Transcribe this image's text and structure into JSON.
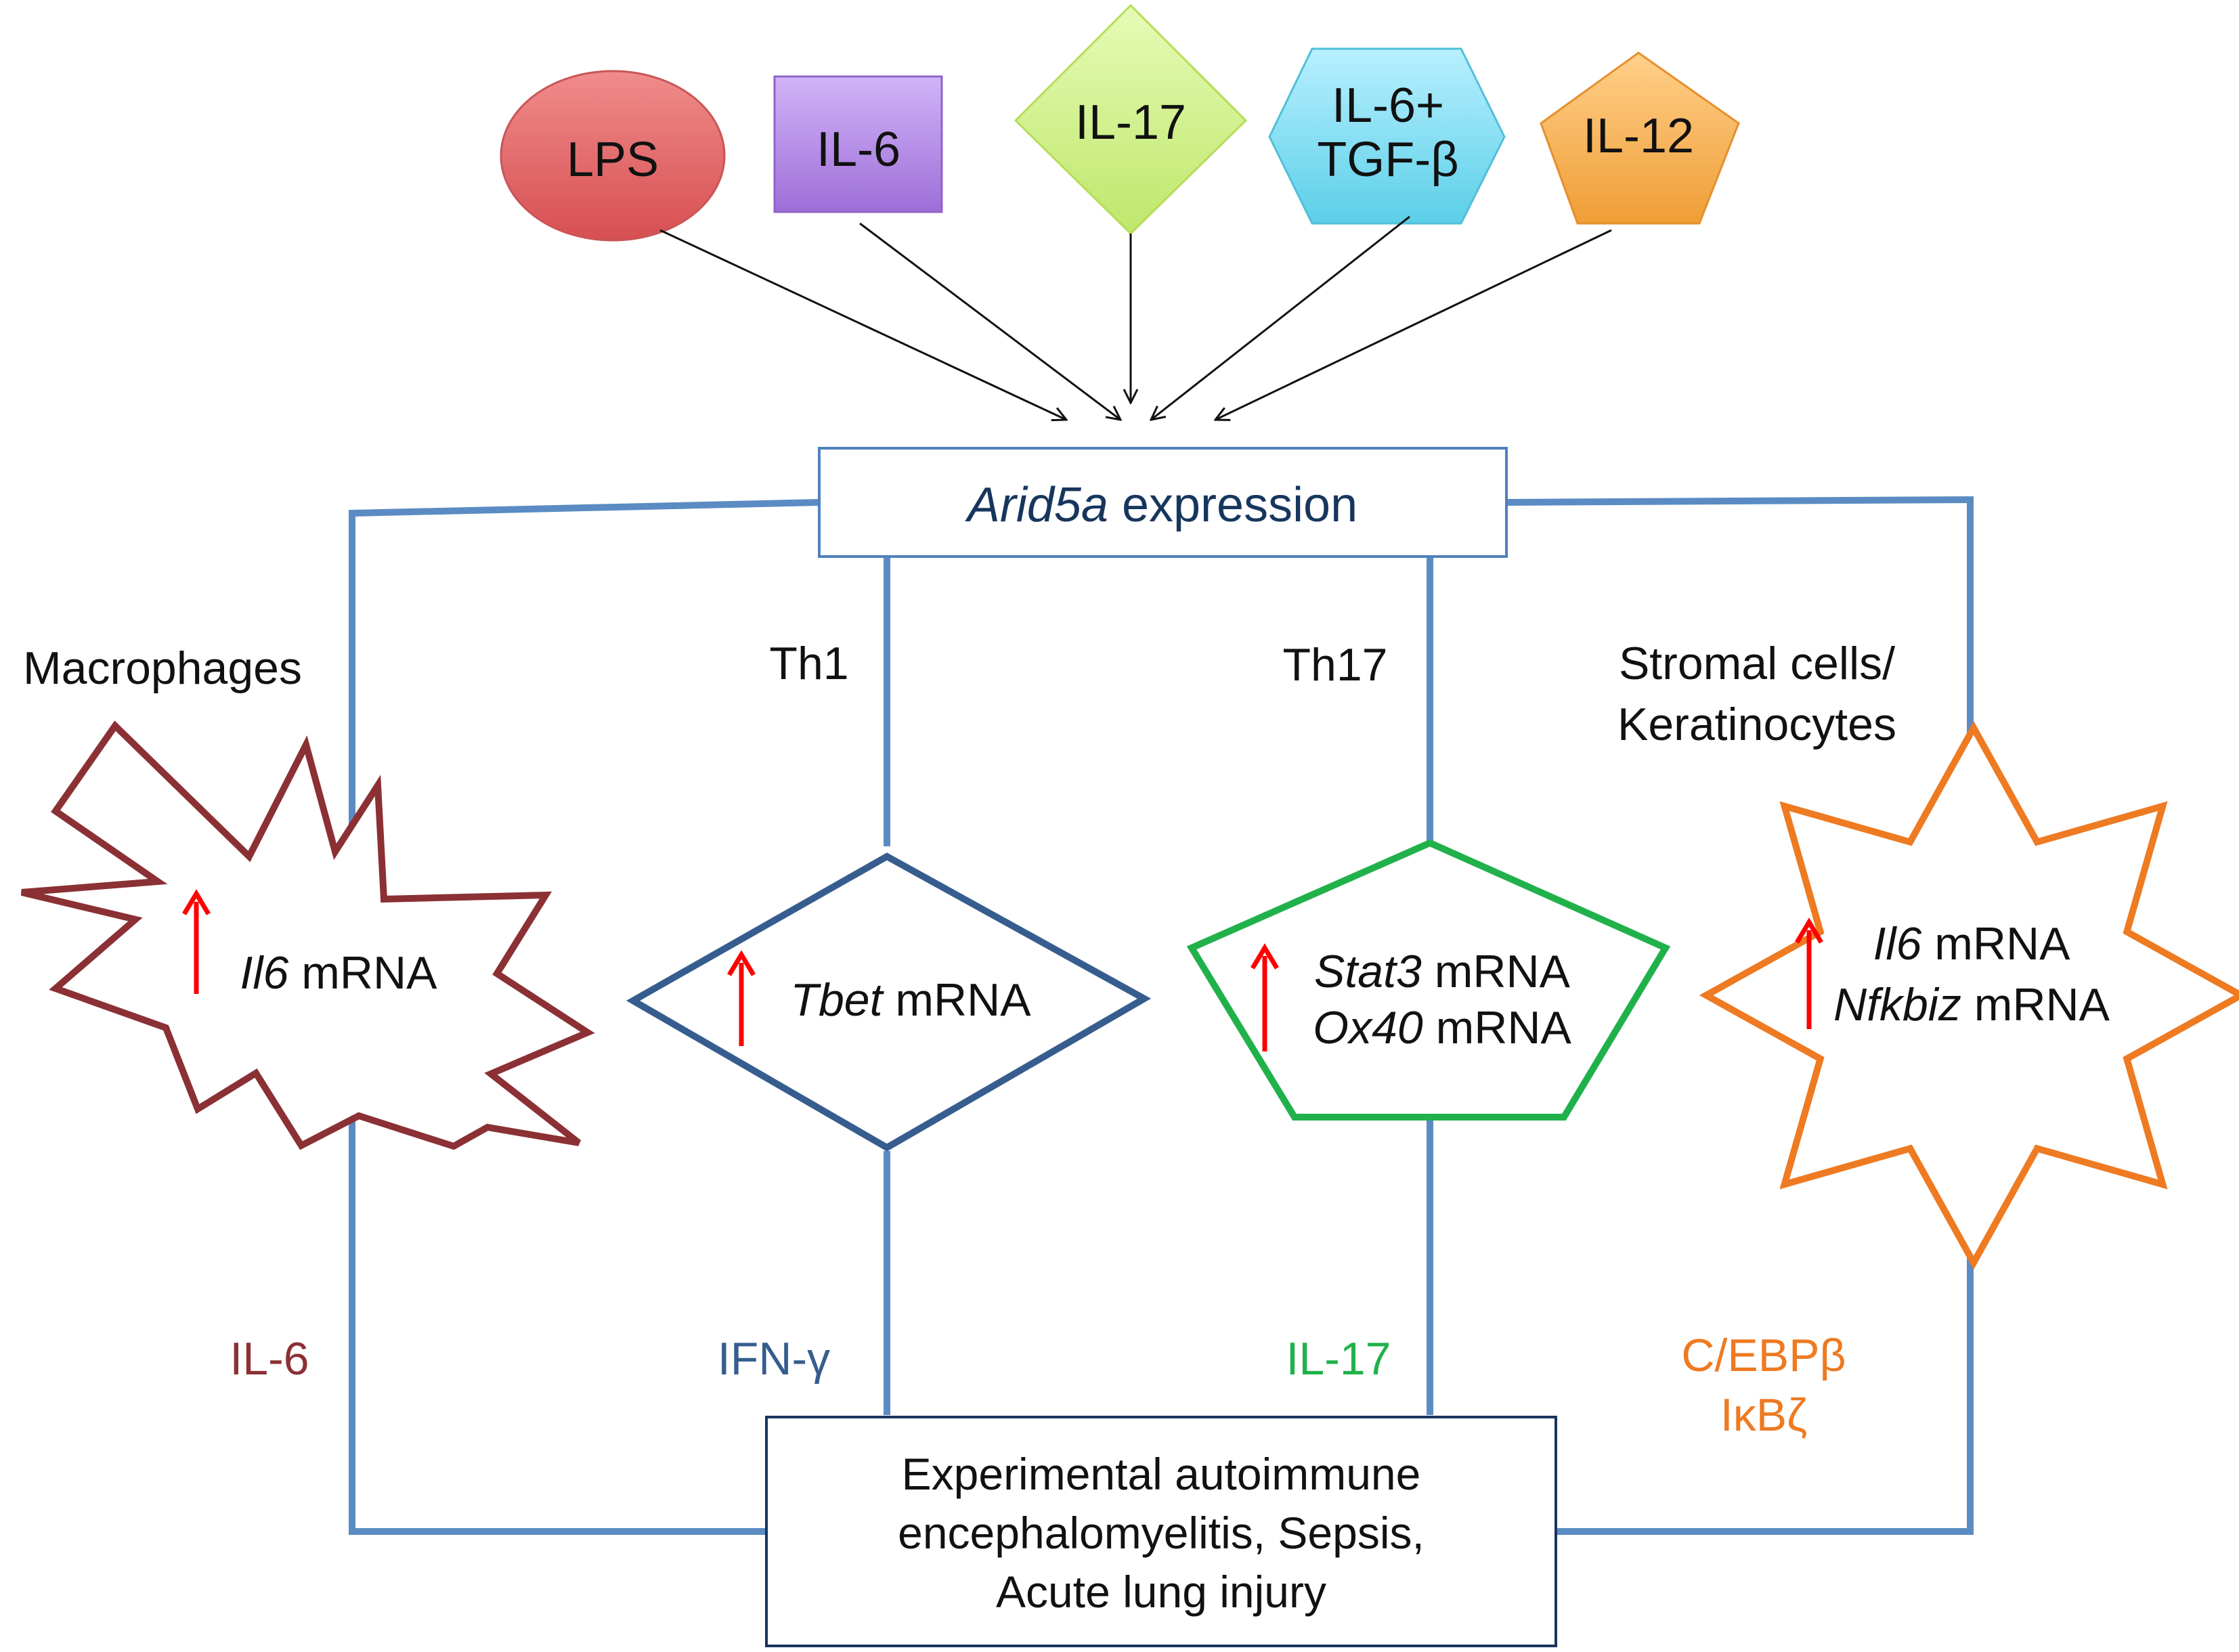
{
  "stimuli": [
    {
      "id": "lps",
      "label_lines": [
        "LPS"
      ],
      "shape": "ellipse",
      "fill": "#e56a6a"
    },
    {
      "id": "il6",
      "label_lines": [
        "IL-6"
      ],
      "shape": "rectangle",
      "fill": "#b98ee8"
    },
    {
      "id": "il17",
      "label_lines": [
        "IL-17"
      ],
      "shape": "diamond",
      "fill": "#d7f28f"
    },
    {
      "id": "il6tgfb",
      "label_lines": [
        "IL-6+",
        "TGF-β"
      ],
      "shape": "hexagon",
      "fill": "#8fdff3"
    },
    {
      "id": "il12",
      "label_lines": [
        "IL-12"
      ],
      "shape": "pentagon",
      "fill": "#f7b760"
    }
  ],
  "center": {
    "italic": "Arid5a",
    "text": " expression"
  },
  "branches": [
    {
      "id": "macrophages",
      "cell_label_lines": [
        "Macrophages"
      ],
      "shape": "burst",
      "stroke": "#8b3034",
      "mrna_lines": [
        {
          "italic": "Il6",
          "text": " mRNA"
        }
      ],
      "cytokine_lines": [
        "IL-6"
      ],
      "cytokine_color": "#8b3034"
    },
    {
      "id": "th1",
      "cell_label_lines": [
        "Th1"
      ],
      "shape": "diamond",
      "stroke": "#365d8e",
      "mrna_lines": [
        {
          "italic": "Tbet",
          "text": " mRNA"
        }
      ],
      "cytokine_lines": [
        "IFN-γ"
      ],
      "cytokine_color": "#365d8e"
    },
    {
      "id": "th17",
      "cell_label_lines": [
        "Th17"
      ],
      "shape": "pentagon",
      "stroke": "#21b14b",
      "mrna_lines": [
        {
          "italic": "Stat3",
          "text": " mRNA"
        },
        {
          "italic": "Ox40",
          "text": " mRNA"
        }
      ],
      "cytokine_lines": [
        "IL-17"
      ],
      "cytokine_color": "#21b14b"
    },
    {
      "id": "stromal",
      "cell_label_lines": [
        "Stromal cells/",
        "Keratinocytes"
      ],
      "shape": "star",
      "stroke": "#ee7a22",
      "mrna_lines": [
        {
          "italic": "Il6",
          "text": " mRNA"
        },
        {
          "italic": "Nfkbiz",
          "text": " mRNA"
        }
      ],
      "cytokine_lines": [
        "C/EBPβ",
        "IκBζ"
      ],
      "cytokine_color": "#ee7a22"
    }
  ],
  "outcome": {
    "lines": [
      "Experimental autoimmune",
      "encephalomyelitis, Sepsis,",
      "Acute lung injury"
    ]
  },
  "colors": {
    "connector": "#5b8bc3",
    "arrow": "#111111",
    "up_arrow": "#ff0000",
    "center_box_stroke": "#4f81bd",
    "outcome_box_stroke": "#17365d",
    "text": "#111111",
    "center_text": "#17365d"
  }
}
